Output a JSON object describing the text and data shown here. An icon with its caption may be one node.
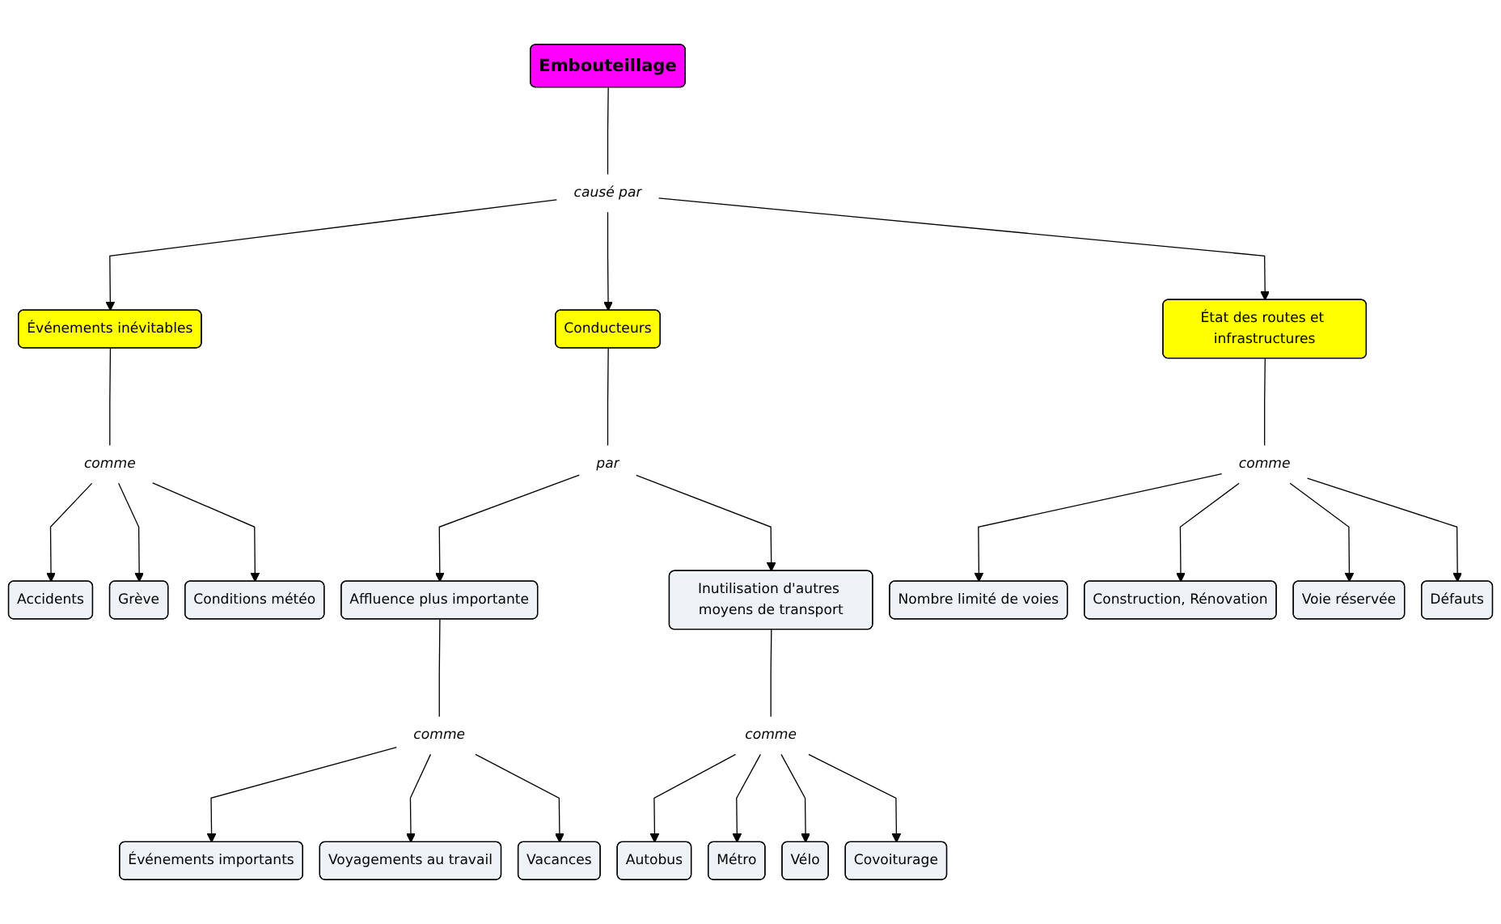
{
  "diagram": {
    "nodes": [
      {
        "text": [
          "Embouteillage"
        ]
      },
      {
        "text": [
          "causé par"
        ]
      },
      {
        "text": [
          "Événements inévitables"
        ]
      },
      {
        "text": [
          "Conducteurs"
        ]
      },
      {
        "text": [
          "État des routes et infrastructures"
        ]
      },
      {
        "text": [
          "comme"
        ]
      },
      {
        "text": [
          "Accidents"
        ]
      },
      {
        "text": [
          "Grève"
        ]
      },
      {
        "text": [
          "Conditions météo"
        ]
      },
      {
        "text": [
          "par"
        ]
      },
      {
        "text": [
          "Affluence plus importante"
        ]
      },
      {
        "text": [
          "Inutilisation d'autres moyens de transport"
        ]
      },
      {
        "text": [
          "comme"
        ]
      },
      {
        "text": [
          "Événements importants"
        ]
      },
      {
        "text": [
          "Voyagements au travail"
        ]
      },
      {
        "text": [
          "Vacances"
        ]
      },
      {
        "text": [
          "comme"
        ]
      },
      {
        "text": [
          "Autobus"
        ]
      },
      {
        "text": [
          "Métro"
        ]
      },
      {
        "text": [
          "Vélo"
        ]
      },
      {
        "text": [
          "Covoiturage"
        ]
      },
      {
        "text": [
          "comme"
        ]
      },
      {
        "text": [
          "Nombre limité de voies"
        ]
      },
      {
        "text": [
          "Construction, Rénovation"
        ]
      },
      {
        "text": [
          "Voie réservée"
        ]
      },
      {
        "text": [
          "Défauts"
        ]
      }
    ],
    "edges": [
      {
        "from": 0,
        "to": 1,
        "arrow": "none"
      },
      {
        "from": 1,
        "to": 2,
        "arrow": "to"
      },
      {
        "from": 1,
        "to": 3,
        "arrow": "to"
      },
      {
        "from": 1,
        "to": 4,
        "arrow": "to"
      },
      {
        "from": 2,
        "to": 5,
        "arrow": "none"
      },
      {
        "from": 5,
        "to": 6,
        "arrow": "to"
      },
      {
        "from": 5,
        "to": 7,
        "arrow": "to"
      },
      {
        "from": 5,
        "to": 8,
        "arrow": "to"
      },
      {
        "from": 3,
        "to": 9,
        "arrow": "none"
      },
      {
        "from": 9,
        "to": 10,
        "arrow": "to"
      },
      {
        "from": 9,
        "to": 11,
        "arrow": "to"
      },
      {
        "from": 10,
        "to": 12,
        "arrow": "none"
      },
      {
        "from": 12,
        "to": 13,
        "arrow": "to"
      },
      {
        "from": 12,
        "to": 14,
        "arrow": "to"
      },
      {
        "from": 12,
        "to": 15,
        "arrow": "to"
      },
      {
        "from": 11,
        "to": 16,
        "arrow": "none"
      },
      {
        "from": 16,
        "to": 17,
        "arrow": "to"
      },
      {
        "from": 16,
        "to": 18,
        "arrow": "to"
      },
      {
        "from": 16,
        "to": 19,
        "arrow": "to"
      },
      {
        "from": 16,
        "to": 20,
        "arrow": "to"
      },
      {
        "from": 4,
        "to": 21,
        "arrow": "none"
      },
      {
        "from": 21,
        "to": 22,
        "arrow": "to"
      },
      {
        "from": 21,
        "to": 23,
        "arrow": "to"
      },
      {
        "from": 21,
        "to": 24,
        "arrow": "to"
      },
      {
        "from": 21,
        "to": 25,
        "arrow": "to"
      }
    ]
  }
}
